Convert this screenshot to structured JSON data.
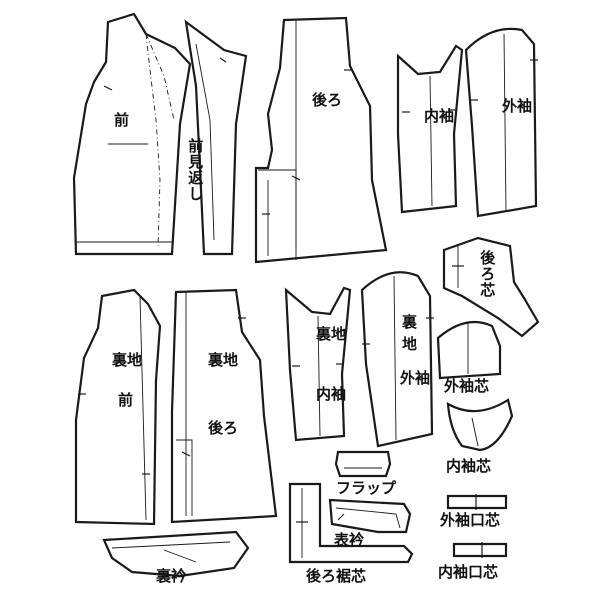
{
  "labels": {
    "front": "前",
    "front_facing": "前見返し",
    "back": "後ろ",
    "inner_sleeve": "内袖",
    "outer_sleeve": "外袖",
    "back_interfacing": "後ろ芯",
    "lining_front_1": "裏地",
    "lining_front_2": "前",
    "lining_back_1": "裏地",
    "lining_back_2": "後ろ",
    "lining_inner_sleeve_1": "裏地",
    "lining_inner_sleeve_2": "内袖",
    "lining_outer_sleeve_1": "裏",
    "lining_outer_sleeve_2": "地",
    "lining_outer_sleeve_3": "外袖",
    "outer_sleeve_interfacing": "外袖芯",
    "inner_sleeve_interfacing": "内袖芯",
    "flap": "フラップ",
    "outer_cuff_interfacing": "外袖口芯",
    "upper_collar": "表衿",
    "inner_cuff_interfacing": "内袖口芯",
    "back_hem_interfacing": "後ろ裾芯",
    "under_collar": "裏衿"
  },
  "colors": {
    "line": "#1a1a1a",
    "paper": "#ffffff"
  }
}
